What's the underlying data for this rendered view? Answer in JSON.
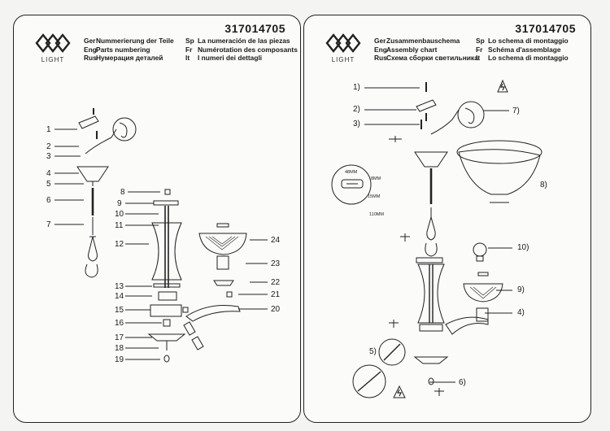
{
  "left": {
    "code": "317014705",
    "brand": "LIGHT",
    "langs": [
      {
        "c1": "Ger",
        "t1": "Nummerierung der Teile",
        "c2": "Sp",
        "t2": "La numeración de las piezas"
      },
      {
        "c1": "Eng",
        "t1": "Parts numbering",
        "c2": "Fr",
        "t2": "Numérotation des composants"
      },
      {
        "c1": "Rus",
        "t1": "Нумерация деталей",
        "c2": "It",
        "t2": "I numeri dei dettagli"
      }
    ],
    "callouts": [
      "1",
      "2",
      "3",
      "4",
      "5",
      "6",
      "7",
      "8",
      "9",
      "10",
      "11",
      "12",
      "13",
      "14",
      "15",
      "16",
      "17",
      "18",
      "19",
      "20",
      "21",
      "22",
      "23",
      "24"
    ]
  },
  "right": {
    "code": "317014705",
    "brand": "LIGHT",
    "langs": [
      {
        "c1": "Ger",
        "t1": "Zusammenbauschema",
        "c2": "Sp",
        "t2": "Lo schema di montaggio"
      },
      {
        "c1": "Eng",
        "t1": "Assembly chart",
        "c2": "Fr",
        "t2": "Schéma d'assemblage"
      },
      {
        "c1": "Rus",
        "t1": "Схема сборки светильника",
        "c2": "It",
        "t2": "Lo schema di montaggio"
      }
    ],
    "callouts": [
      "1)",
      "2)",
      "3)",
      "7)",
      "8)",
      "10)",
      "9)",
      "4)",
      "5)",
      "6)"
    ],
    "dims": {
      "a": "48MM",
      "b": "8MM",
      "c": "15MM",
      "d": "110MM"
    }
  },
  "colors": {
    "ink": "#1a1a1a",
    "paper": "#fbfbfa"
  }
}
